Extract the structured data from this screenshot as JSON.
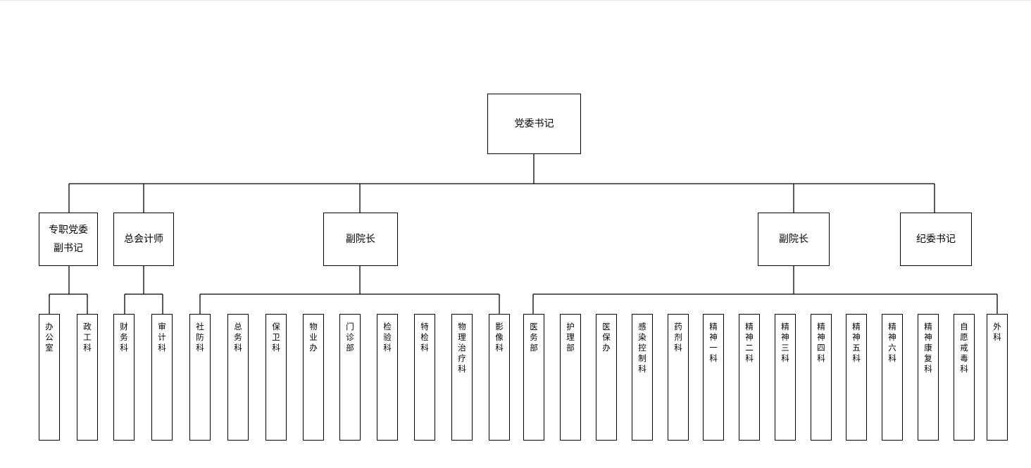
{
  "chart": {
    "root": "党委书记",
    "level2": [
      {
        "label": "专职党委副书记",
        "children": [
          "办公室",
          "政工科"
        ]
      },
      {
        "label": "总会计师",
        "children": [
          "财务科",
          "审计科"
        ]
      },
      {
        "label": "副院长",
        "children": [
          "社防科",
          "总务科",
          "保卫科",
          "物业办",
          "门诊部",
          "检验科",
          "特检科",
          "物理治疗科",
          "影像科"
        ]
      },
      {
        "label": "副院长",
        "children": [
          "医务部",
          "护理部",
          "医保办",
          "感染控制科",
          "药剂科",
          "精神一科",
          "精神二科",
          "精神三科",
          "精神四科",
          "精神五科",
          "精神六科",
          "精神康复科",
          "自愿戒毒科",
          "外科"
        ]
      },
      {
        "label": "纪委书记",
        "children": []
      }
    ]
  }
}
